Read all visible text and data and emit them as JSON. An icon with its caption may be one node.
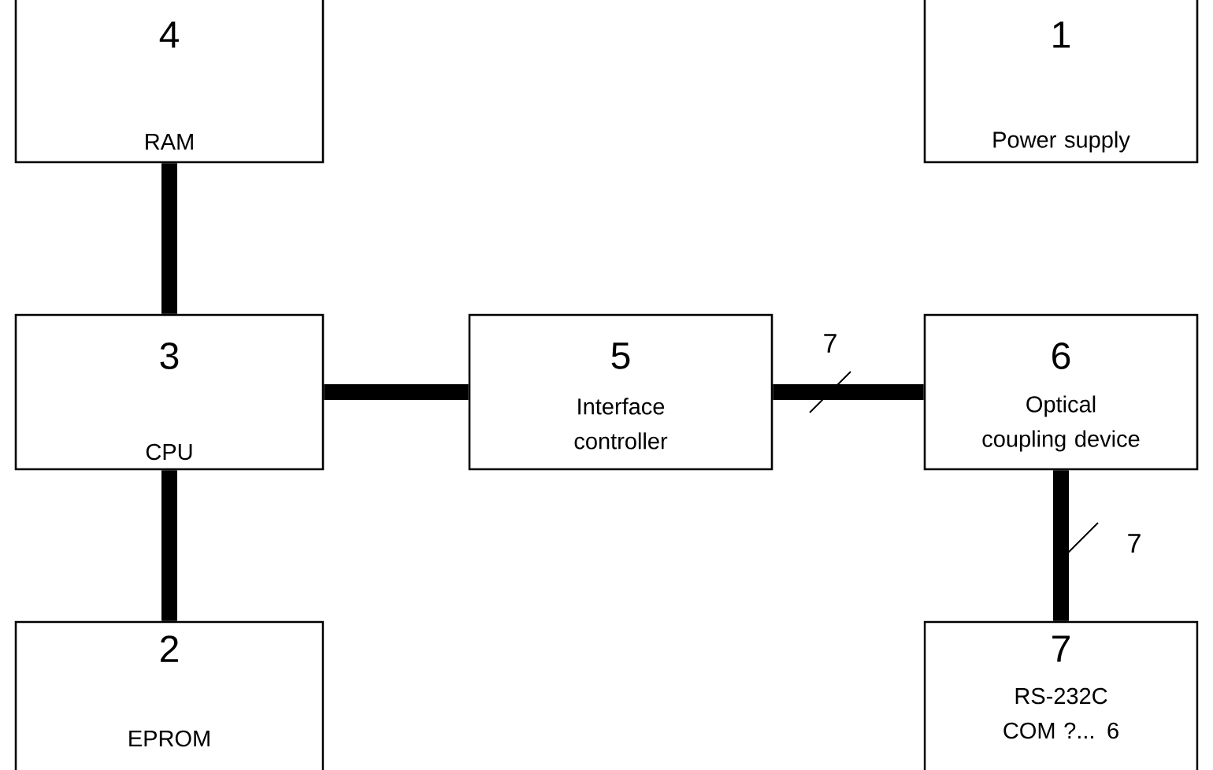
{
  "diagram": {
    "nodes": [
      {
        "text": [
          "4",
          "RAM"
        ]
      },
      {
        "text": [
          "1",
          "Power supply"
        ]
      },
      {
        "text": [
          "3",
          "CPU"
        ]
      },
      {
        "text": [
          "5",
          "Interface controller"
        ]
      },
      {
        "text": [
          "6",
          "Optical coupling device"
        ]
      },
      {
        "text": [
          "2",
          "EPROM"
        ]
      },
      {
        "text": [
          "7",
          "RS-232C COM ?... 6"
        ]
      }
    ],
    "edges": [
      {
        "from": 0,
        "to": 2,
        "arrow": "none"
      },
      {
        "from": 2,
        "to": 5,
        "arrow": "none"
      },
      {
        "from": 2,
        "to": 3,
        "arrow": "none"
      },
      {
        "from": 3,
        "to": 4,
        "arrow": "none",
        "label": "7"
      },
      {
        "from": 4,
        "to": 6,
        "arrow": "none",
        "label": "7"
      }
    ]
  }
}
